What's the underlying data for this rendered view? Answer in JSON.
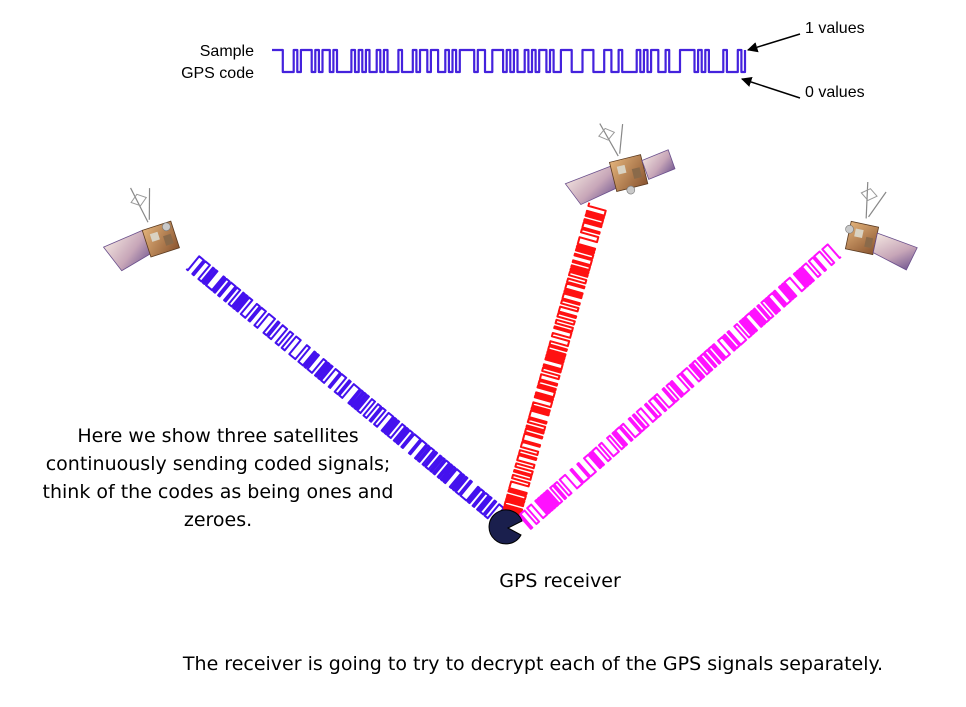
{
  "sample_code": {
    "label_line1": "Sample",
    "label_line2": "GPS code",
    "one_values_label": "1 values",
    "zero_values_label": "0 values"
  },
  "body_text": {
    "line1": "Here we show three satellites",
    "line2": "continuously sending coded signals;",
    "line3": "think of the codes as being ones and",
    "line4": "zeroes."
  },
  "receiver_label": "GPS receiver",
  "caption": "The receiver is going to try to decrypt each of the GPS signals separately.",
  "colors": {
    "signal_left": "#4411ee",
    "signal_center": "#ff1111",
    "signal_right": "#ff11ff",
    "sample_code": "#4422dd",
    "receiver": "#1a1f4d",
    "solar_panel_light": "#f3e6e0",
    "solar_panel_dark": "#6a4f8c",
    "satellite_body": "#b9783a"
  },
  "icons": {
    "satellite": "satellite-icon",
    "receiver": "gps-receiver-icon",
    "arrow": "arrow-icon"
  }
}
